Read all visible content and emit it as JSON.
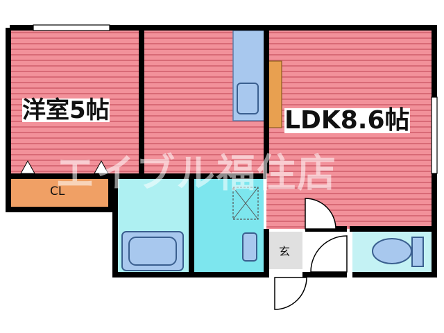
{
  "rooms": {
    "western_room": "洋室5帖",
    "ldk": "LDK8.6帖",
    "closet": "CL",
    "entrance": "玄"
  },
  "watermark": "エイブル福住店",
  "colors": {
    "floor_pink": "#f2919a",
    "floor_stripe": "#d86a76",
    "wet_area": "#aef0f2",
    "bath_fixture": "#a8c8ee",
    "closet": "#f0a065",
    "wall": "#000000",
    "counter": "#e8a050"
  },
  "icons": [
    "bathtub-icon",
    "toilet-icon",
    "sink-icon",
    "door-swing-icon",
    "window-icon"
  ]
}
